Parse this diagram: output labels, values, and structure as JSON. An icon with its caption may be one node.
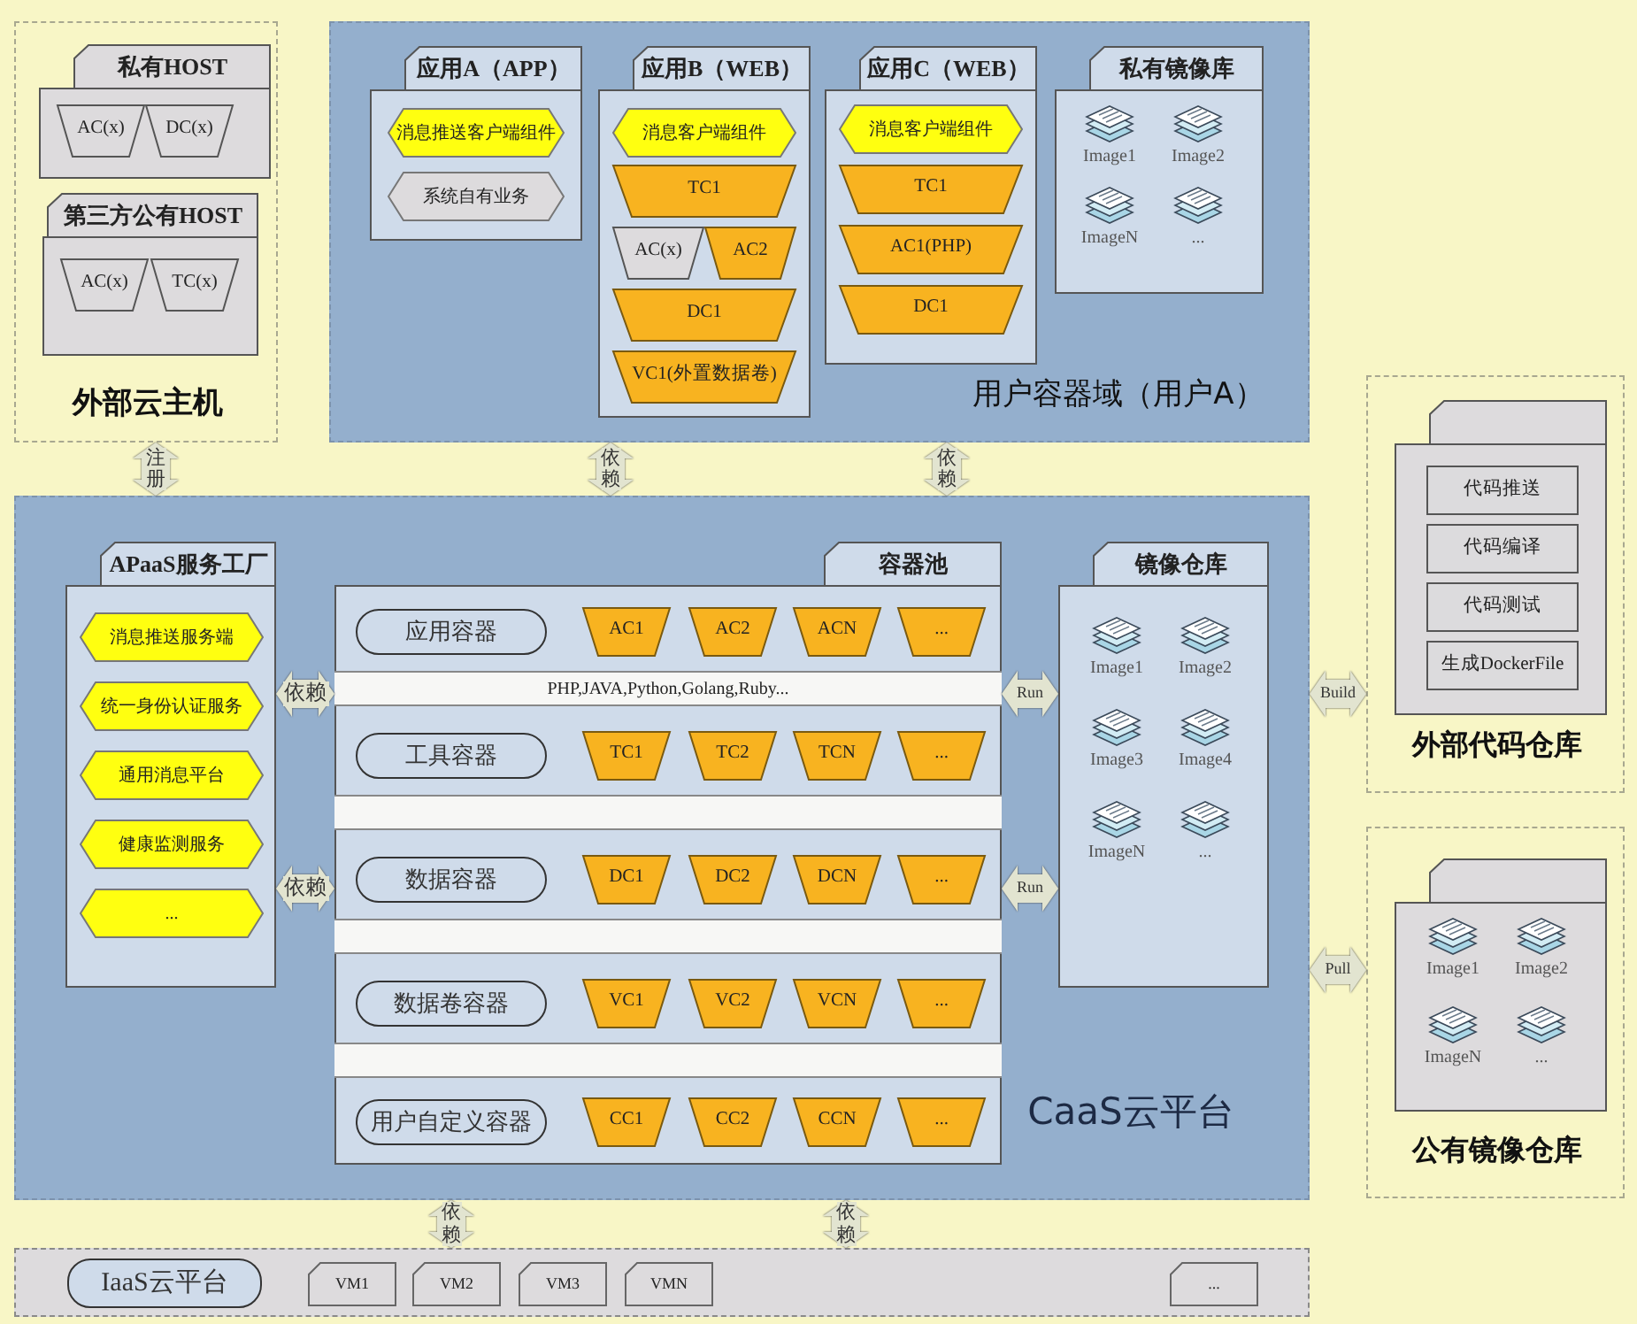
{
  "diagram": {
    "nodes": [
      {
        "text": [
          "外部云主机"
        ]
      },
      {
        "text": [
          "私有HOST"
        ],
        "in": 0
      },
      {
        "text": [
          "AC(x)"
        ],
        "in": 1
      },
      {
        "text": [
          "DC(x)"
        ],
        "in": 1
      },
      {
        "text": [
          "第三方公有HOST"
        ],
        "in": 0
      },
      {
        "text": [
          "AC(x)"
        ],
        "in": 4
      },
      {
        "text": [
          "TC(x)"
        ],
        "in": 4
      },
      {
        "text": [
          "用户容器域（用户A）"
        ]
      },
      {
        "text": [
          "应用A（APP）"
        ],
        "in": 7
      },
      {
        "text": [
          "消息推送客户端组件"
        ],
        "in": 8
      },
      {
        "text": [
          "系统自有业务"
        ],
        "in": 8
      },
      {
        "text": [
          "应用B（WEB）"
        ],
        "in": 7
      },
      {
        "text": [
          "消息客户端组件"
        ],
        "in": 11
      },
      {
        "text": [
          "TC1"
        ],
        "in": 11
      },
      {
        "text": [
          "AC(x)"
        ],
        "in": 11
      },
      {
        "text": [
          "AC2"
        ],
        "in": 11
      },
      {
        "text": [
          "DC1"
        ],
        "in": 11
      },
      {
        "text": [
          "VC1(外置数据卷)"
        ],
        "in": 11
      },
      {
        "text": [
          "应用C（WEB）"
        ],
        "in": 7
      },
      {
        "text": [
          "消息客户端组件"
        ],
        "in": 18
      },
      {
        "text": [
          "TC1"
        ],
        "in": 18
      },
      {
        "text": [
          "AC1(PHP)"
        ],
        "in": 18
      },
      {
        "text": [
          "DC1"
        ],
        "in": 18
      },
      {
        "text": [
          "私有镜像库",
          "Image1",
          "Image2",
          "ImageN",
          "..."
        ],
        "in": 7
      },
      {
        "text": [
          "CaaS云平台"
        ]
      },
      {
        "text": [
          "APaaS服务工厂"
        ],
        "in": 24
      },
      {
        "text": [
          "消息推送服务端"
        ],
        "in": 25
      },
      {
        "text": [
          "统一身份认证服务"
        ],
        "in": 25
      },
      {
        "text": [
          "通用消息平台"
        ],
        "in": 25
      },
      {
        "text": [
          "健康监测服务"
        ],
        "in": 25
      },
      {
        "text": [
          "..."
        ],
        "in": 25
      },
      {
        "text": [
          "容器池"
        ],
        "in": 24
      },
      {
        "text": [
          "应用容器"
        ],
        "in": 31
      },
      {
        "text": [
          "AC1"
        ],
        "in": 31
      },
      {
        "text": [
          "AC2"
        ],
        "in": 31
      },
      {
        "text": [
          "ACN"
        ],
        "in": 31
      },
      {
        "text": [
          "..."
        ],
        "in": 31
      },
      {
        "text": [
          "PHP,JAVA,Python,Golang,Ruby..."
        ],
        "in": 31
      },
      {
        "text": [
          "工具容器"
        ],
        "in": 31
      },
      {
        "text": [
          "TC1"
        ],
        "in": 31
      },
      {
        "text": [
          "TC2"
        ],
        "in": 31
      },
      {
        "text": [
          "TCN"
        ],
        "in": 31
      },
      {
        "text": [
          "..."
        ],
        "in": 31
      },
      {
        "text": [],
        "shape": "bar",
        "in": 31
      },
      {
        "text": [
          "数据容器"
        ],
        "in": 31
      },
      {
        "text": [
          "DC1"
        ],
        "in": 31
      },
      {
        "text": [
          "DC2"
        ],
        "in": 31
      },
      {
        "text": [
          "DCN"
        ],
        "in": 31
      },
      {
        "text": [
          "..."
        ],
        "in": 31
      },
      {
        "text": [],
        "shape": "bar",
        "in": 31
      },
      {
        "text": [
          "数据卷容器"
        ],
        "in": 31
      },
      {
        "text": [
          "VC1"
        ],
        "in": 31
      },
      {
        "text": [
          "VC2"
        ],
        "in": 31
      },
      {
        "text": [
          "VCN"
        ],
        "in": 31
      },
      {
        "text": [
          "..."
        ],
        "in": 31
      },
      {
        "text": [],
        "shape": "bar",
        "in": 31
      },
      {
        "text": [
          "用户自定义容器"
        ],
        "in": 31
      },
      {
        "text": [
          "CC1"
        ],
        "in": 31
      },
      {
        "text": [
          "CC2"
        ],
        "in": 31
      },
      {
        "text": [
          "CCN"
        ],
        "in": 31
      },
      {
        "text": [
          "..."
        ],
        "in": 31
      },
      {
        "text": [
          "镜像仓库",
          "Image1",
          "Image2",
          "Image3",
          "Image4",
          "ImageN",
          "..."
        ],
        "in": 24
      },
      {
        "text": [
          "外部代码仓库"
        ]
      },
      {
        "text": [],
        "shape": "box",
        "in": 62
      },
      {
        "text": [
          "代码推送"
        ],
        "in": 63
      },
      {
        "text": [
          "代码编译"
        ],
        "in": 63
      },
      {
        "text": [
          "代码测试"
        ],
        "in": 63
      },
      {
        "text": [
          "生成DockerFile"
        ],
        "in": 63
      },
      {
        "text": [
          "公有镜像仓库"
        ]
      },
      {
        "text": [
          "Image1",
          "Image2",
          "ImageN",
          "..."
        ],
        "in": 68
      },
      {
        "text": [],
        "shape": "bar"
      },
      {
        "text": [
          "IaaS云平台"
        ],
        "in": 70
      },
      {
        "text": [
          "VM1"
        ],
        "in": 70
      },
      {
        "text": [
          "VM2"
        ],
        "in": 70
      },
      {
        "text": [
          "VM3"
        ],
        "in": 70
      },
      {
        "text": [
          "VMN"
        ],
        "in": 70
      },
      {
        "text": [
          "..."
        ],
        "in": 70
      }
    ],
    "edges": [
      {
        "from": 0,
        "to": 24,
        "arrow": "both",
        "label": "注册"
      },
      {
        "from": 7,
        "to": 24,
        "arrow": "both",
        "label": "依赖"
      },
      {
        "from": 7,
        "to": 24,
        "arrow": "both",
        "label": "依赖"
      },
      {
        "from": 25,
        "to": 31,
        "arrow": "both",
        "label": "依赖"
      },
      {
        "from": 25,
        "to": 31,
        "arrow": "both",
        "label": "依赖"
      },
      {
        "from": 31,
        "to": 61,
        "arrow": "both",
        "label": "Run"
      },
      {
        "from": 31,
        "to": 61,
        "arrow": "both",
        "label": "Run"
      },
      {
        "from": 24,
        "to": 62,
        "arrow": "both",
        "label": "Build"
      },
      {
        "from": 24,
        "to": 68,
        "arrow": "both",
        "label": "Pull"
      },
      {
        "from": 24,
        "to": 70,
        "arrow": "both",
        "label": "依赖"
      },
      {
        "from": 24,
        "to": 70,
        "arrow": "both",
        "label": "依赖"
      }
    ]
  }
}
